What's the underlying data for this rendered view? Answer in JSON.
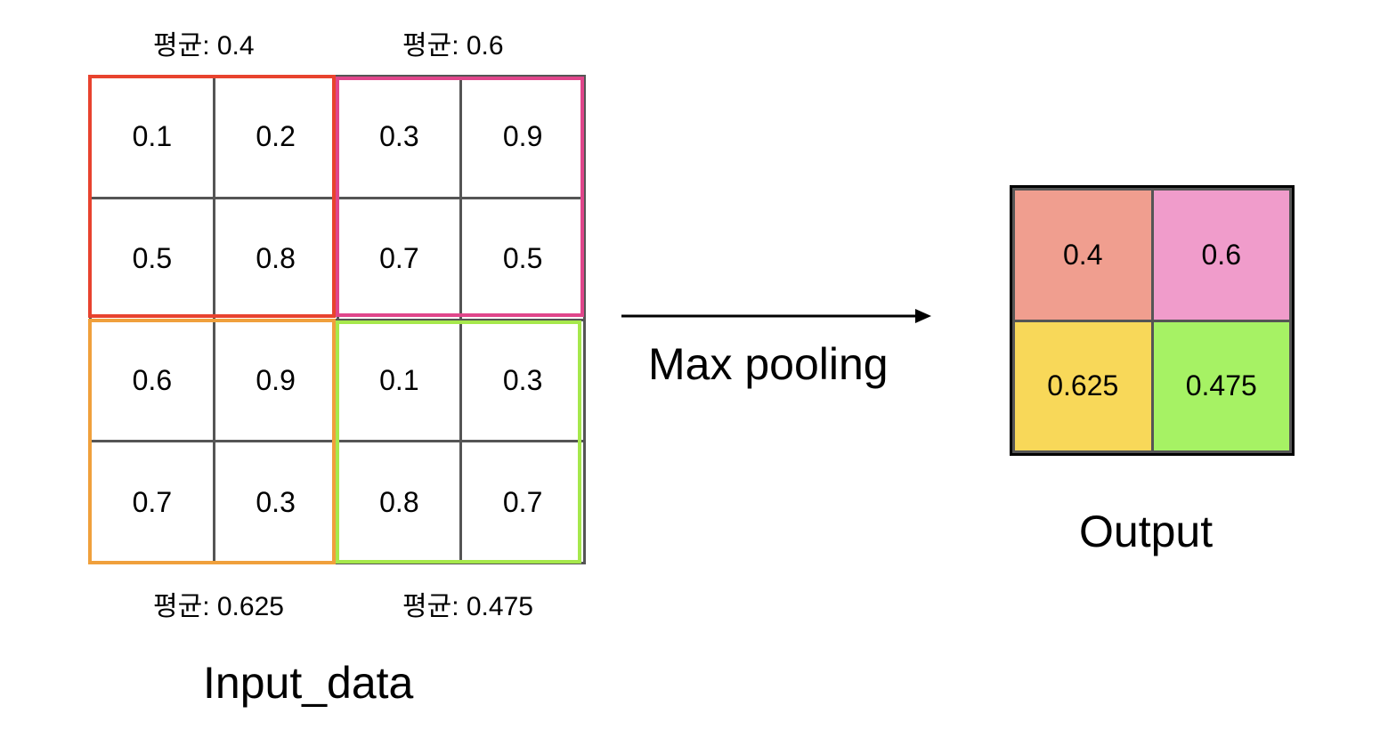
{
  "input": {
    "caption": "Input_data",
    "cells": [
      "0.1",
      "0.2",
      "0.3",
      "0.9",
      "0.5",
      "0.8",
      "0.7",
      "0.5",
      "0.6",
      "0.9",
      "0.1",
      "0.3",
      "0.7",
      "0.3",
      "0.8",
      "0.7"
    ]
  },
  "pool_windows": {
    "top_left": {
      "color": "#e8432e",
      "avg_label": "평균: 0.4"
    },
    "top_right": {
      "color": "#e0468b",
      "avg_label": "평균: 0.6"
    },
    "bottom_left": {
      "color": "#f0a03c",
      "avg_label": "평균: 0.625"
    },
    "bottom_right": {
      "color": "#a6e84c",
      "avg_label": "평균: 0.475"
    }
  },
  "operation": {
    "label": "Max pooling"
  },
  "output": {
    "caption": "Output",
    "cells": [
      {
        "value": "0.4",
        "color": "#f09e8f"
      },
      {
        "value": "0.6",
        "color": "#f09ccb"
      },
      {
        "value": "0.625",
        "color": "#f8d859"
      },
      {
        "value": "0.475",
        "color": "#a6f264"
      }
    ]
  }
}
